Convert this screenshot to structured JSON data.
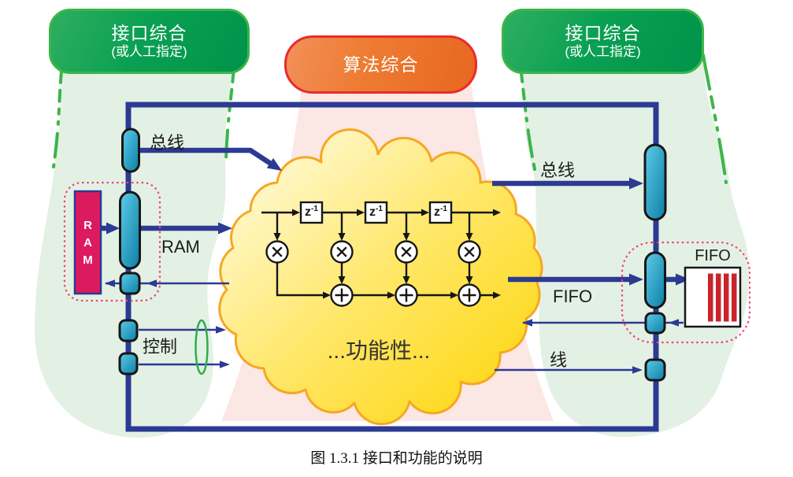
{
  "banners": {
    "left": {
      "title": "接口综合",
      "subtitle": "(或人工指定)"
    },
    "center": {
      "title": "算法综合"
    },
    "right": {
      "title": "接口综合",
      "subtitle": "(或人工指定)"
    }
  },
  "left_side": {
    "bus_label": "总线",
    "ram_letters": [
      "R",
      "A",
      "M"
    ],
    "ram_label": "RAM",
    "control_label": "控制"
  },
  "right_side": {
    "bus_label": "总线",
    "fifo_label": "FIFO",
    "fifo_box_label": "FIFO",
    "wire_label": "线"
  },
  "cloud": {
    "functionality_label": "...功能性...",
    "delay_base": "z",
    "delay_exponent": "-1"
  },
  "caption": "图 1.3.1 接口和功能的说明",
  "colors": {
    "line_blue": "#2b3a92",
    "teal_connector": "#1795bd",
    "banner_green": "#00a14e",
    "banner_green_border": "#3cb54a",
    "banner_orange": "#ec7623",
    "banner_red_border": "#e92b2b",
    "cloud_yellow": "#ffd400",
    "cloud_border_orange": "#f6a723",
    "ram_crimson": "#dc1a5e",
    "fifo_stripe_red": "#c9232b",
    "dotted_outline_pink": "#ef4479",
    "beam_green": "#e3f1e4",
    "beam_pink": "#fbe7e3"
  }
}
